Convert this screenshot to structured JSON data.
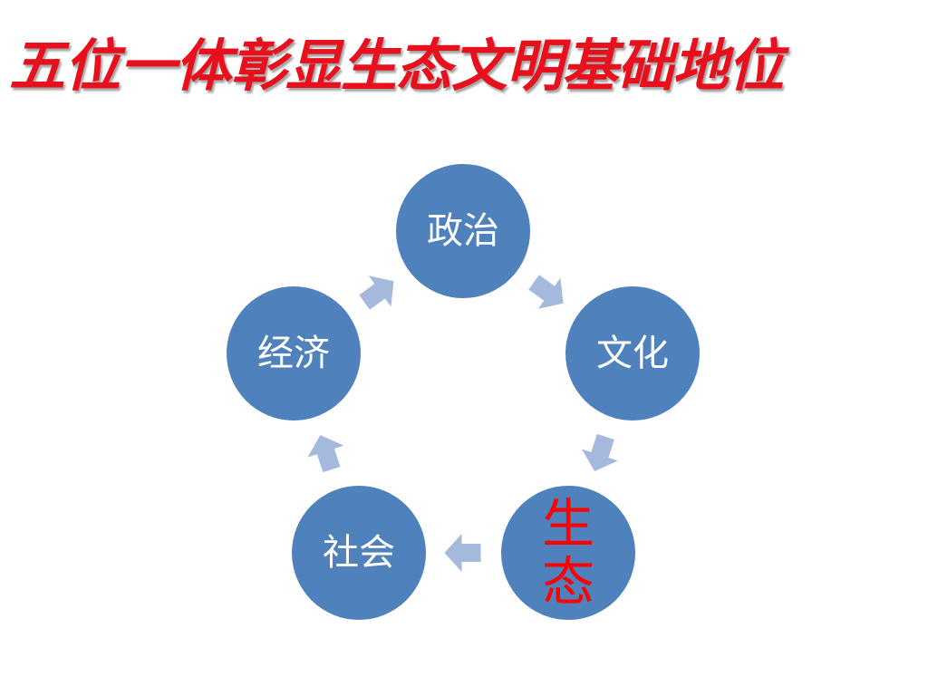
{
  "slide": {
    "title": "五位一体彰显生态文明基础地位"
  },
  "diagram": {
    "type": "cycle",
    "node_fill": "#4f81bd",
    "arrow_fill": "#a5b9dd",
    "nodes": [
      {
        "id": "politics",
        "label": "政治",
        "text_color": "#ffffff"
      },
      {
        "id": "culture",
        "label": "文化",
        "text_color": "#ffffff"
      },
      {
        "id": "ecology",
        "label": "生态",
        "text_color": "#ff0000",
        "vertical": true
      },
      {
        "id": "society",
        "label": "社会",
        "text_color": "#ffffff"
      },
      {
        "id": "economy",
        "label": "经济",
        "text_color": "#ffffff"
      }
    ]
  }
}
